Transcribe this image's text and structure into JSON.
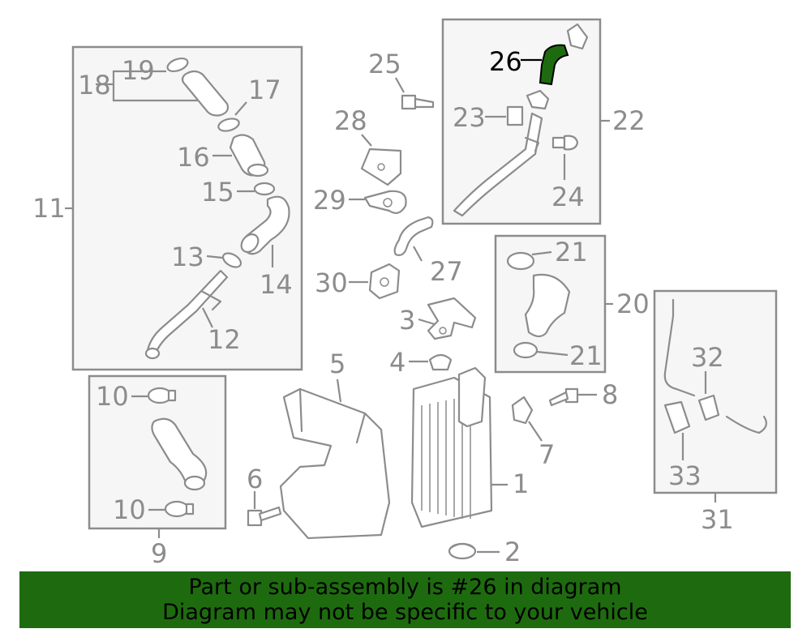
{
  "highlight_color": "#1e6b0f",
  "highlighted_part": "26",
  "labels": {
    "p1": "1",
    "p2": "2",
    "p3": "3",
    "p4": "4",
    "p5": "5",
    "p6": "6",
    "p7": "7",
    "p8": "8",
    "p9": "9",
    "p10a": "10",
    "p10b": "10",
    "p11": "11",
    "p12": "12",
    "p13": "13",
    "p14": "14",
    "p15": "15",
    "p16": "16",
    "p17": "17",
    "p18": "18",
    "p19": "19",
    "p20": "20",
    "p21a": "21",
    "p21b": "21",
    "p22": "22",
    "p23": "23",
    "p24": "24",
    "p25": "25",
    "p26": "26",
    "p27": "27",
    "p28": "28",
    "p29": "29",
    "p30": "30",
    "p31": "31",
    "p32": "32",
    "p33": "33"
  },
  "banner": {
    "line1": "Part or sub-assembly is #26 in diagram",
    "line2": "Diagram may not be specific to your vehicle"
  }
}
